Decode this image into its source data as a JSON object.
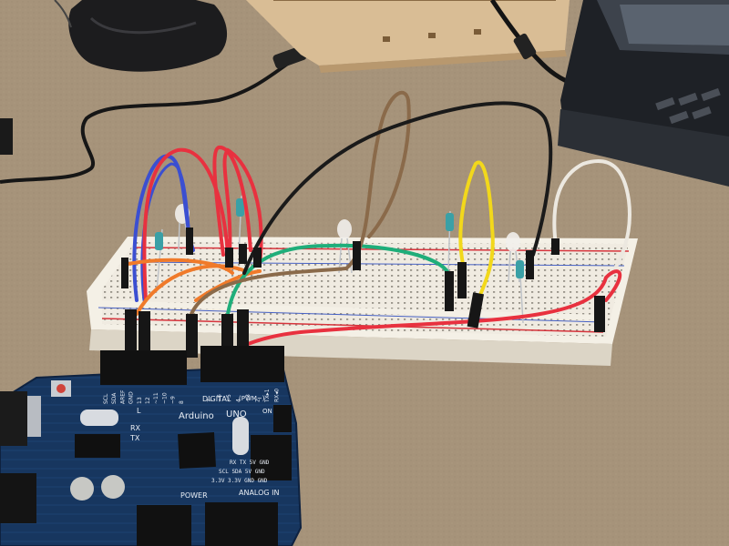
{
  "board": {
    "brand": "Arduino",
    "model": "UNO",
    "header_digital": "DIGITAL",
    "header_pwm": "(PWM~)",
    "header_power": "POWER",
    "header_analog": "ANALOG IN",
    "pin_row_left": [
      "SCL",
      "SDA",
      "AREF",
      "GND",
      "13",
      "12",
      "~11",
      "~10",
      "~9",
      "8"
    ],
    "pin_row_right": [
      "7",
      "~6",
      "~5",
      "4",
      "~3",
      "2",
      "TX▸1",
      "RX◂0"
    ],
    "rx_label": "RX",
    "tx_label": "TX",
    "l_label": "L",
    "on_label": "ON",
    "icsp_row1": "RX TX 5V GND",
    "icsp_row2": "SCL SDA 5V GND",
    "icsp_row3": "3.3V 3.3V GND GND"
  },
  "colors": {
    "table": "#a9967e",
    "breadboard": "#ece7dc",
    "pcb": "#17365f",
    "wire_red": "#e8313f",
    "wire_blue": "#3b4fd1",
    "wire_orange": "#f07a2a",
    "wire_green": "#1fae7a",
    "wire_brown": "#8a6a4a",
    "wire_black": "#1a1a1a",
    "wire_yellow": "#f2d81b",
    "wire_white": "#ece8e0"
  }
}
